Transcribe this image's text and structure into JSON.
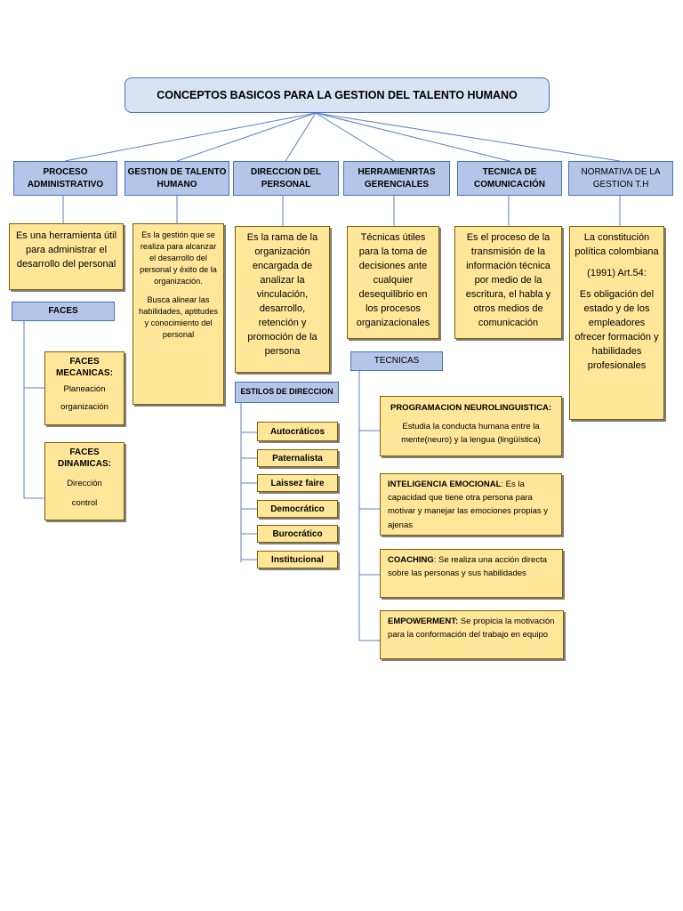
{
  "title": "CONCEPTOS BASICOS PARA LA GESTION DEL TALENTO HUMANO",
  "headers": [
    "PROCESO ADMINISTRATIVO",
    "GESTION DE TALENTO HUMANO",
    "DIRECCION DEL PERSONAL",
    "HERRAMIENRTAS GERENCIALES",
    "TECNICA DE COMUNICACIÓN",
    "NORMATIVA DE LA GESTION T.H"
  ],
  "definitions": {
    "proceso": "Es una herramienta útil para administrar el desarrollo del personal",
    "gestion_p1": "Es la gestión que se realiza para alcanzar el desarrollo del personal y éxito de la organización.",
    "gestion_p2": "Busca alinear las habilidades, aptitudes y conocimiento del personal",
    "direccion": "Es la rama de la organización encargada de analizar la vinculación, desarrollo, retención y promoción de la persona",
    "herramientas": "Técnicas útiles para la toma de decisiones ante cualquier desequilibrio en los procesos organizacionales",
    "tecnica": "Es el proceso de la transmisión de la información técnica por medio de la escritura, el habla y otros medios de comunicación",
    "normativa_p1": "La constitución política colombiana",
    "normativa_p2": "(1991) Art.54:",
    "normativa_p3": "Es obligación del estado y de los empleadores ofrecer formación y habilidades profesionales"
  },
  "faces": {
    "label": "FACES",
    "mecanicas_title": "FACES MECANICAS:",
    "mecanicas_items": [
      "Planeación",
      "organización"
    ],
    "dinamicas_title": "FACES DINAMICAS:",
    "dinamicas_items": [
      "Dirección",
      "control"
    ]
  },
  "estilos": {
    "label": "ESTILOS DE DIRECCION",
    "items": [
      "Autocráticos",
      "Paternalista",
      "Laissez faire",
      "Democrático",
      "Burocrático",
      "Institucional"
    ]
  },
  "tecnicas": {
    "label": "TECNICAS",
    "items": [
      {
        "name": "PROGRAMACION NEUROLINGUISTICA:",
        "desc": "Estudia la conducta humana entre la mente(neuro) y la lengua (lingüística)"
      },
      {
        "name": "INTELIGENCIA EMOCIONAL",
        "desc": ": Es la capacidad que tiene otra persona para motivar y manejar las emociones propias y ajenas"
      },
      {
        "name": "COACHING",
        "desc": ": Se realiza una acción directa sobre las personas y sus habilidades"
      },
      {
        "name": "EMPOWERMENT:",
        "desc": " Se propicia la motivación para la conformación del trabajo en equipo"
      }
    ]
  },
  "colors": {
    "header_fill": "#b4c6e7",
    "header_border": "#4472c4",
    "box_fill": "#ffe699",
    "title_fill": "#dae3f3"
  }
}
